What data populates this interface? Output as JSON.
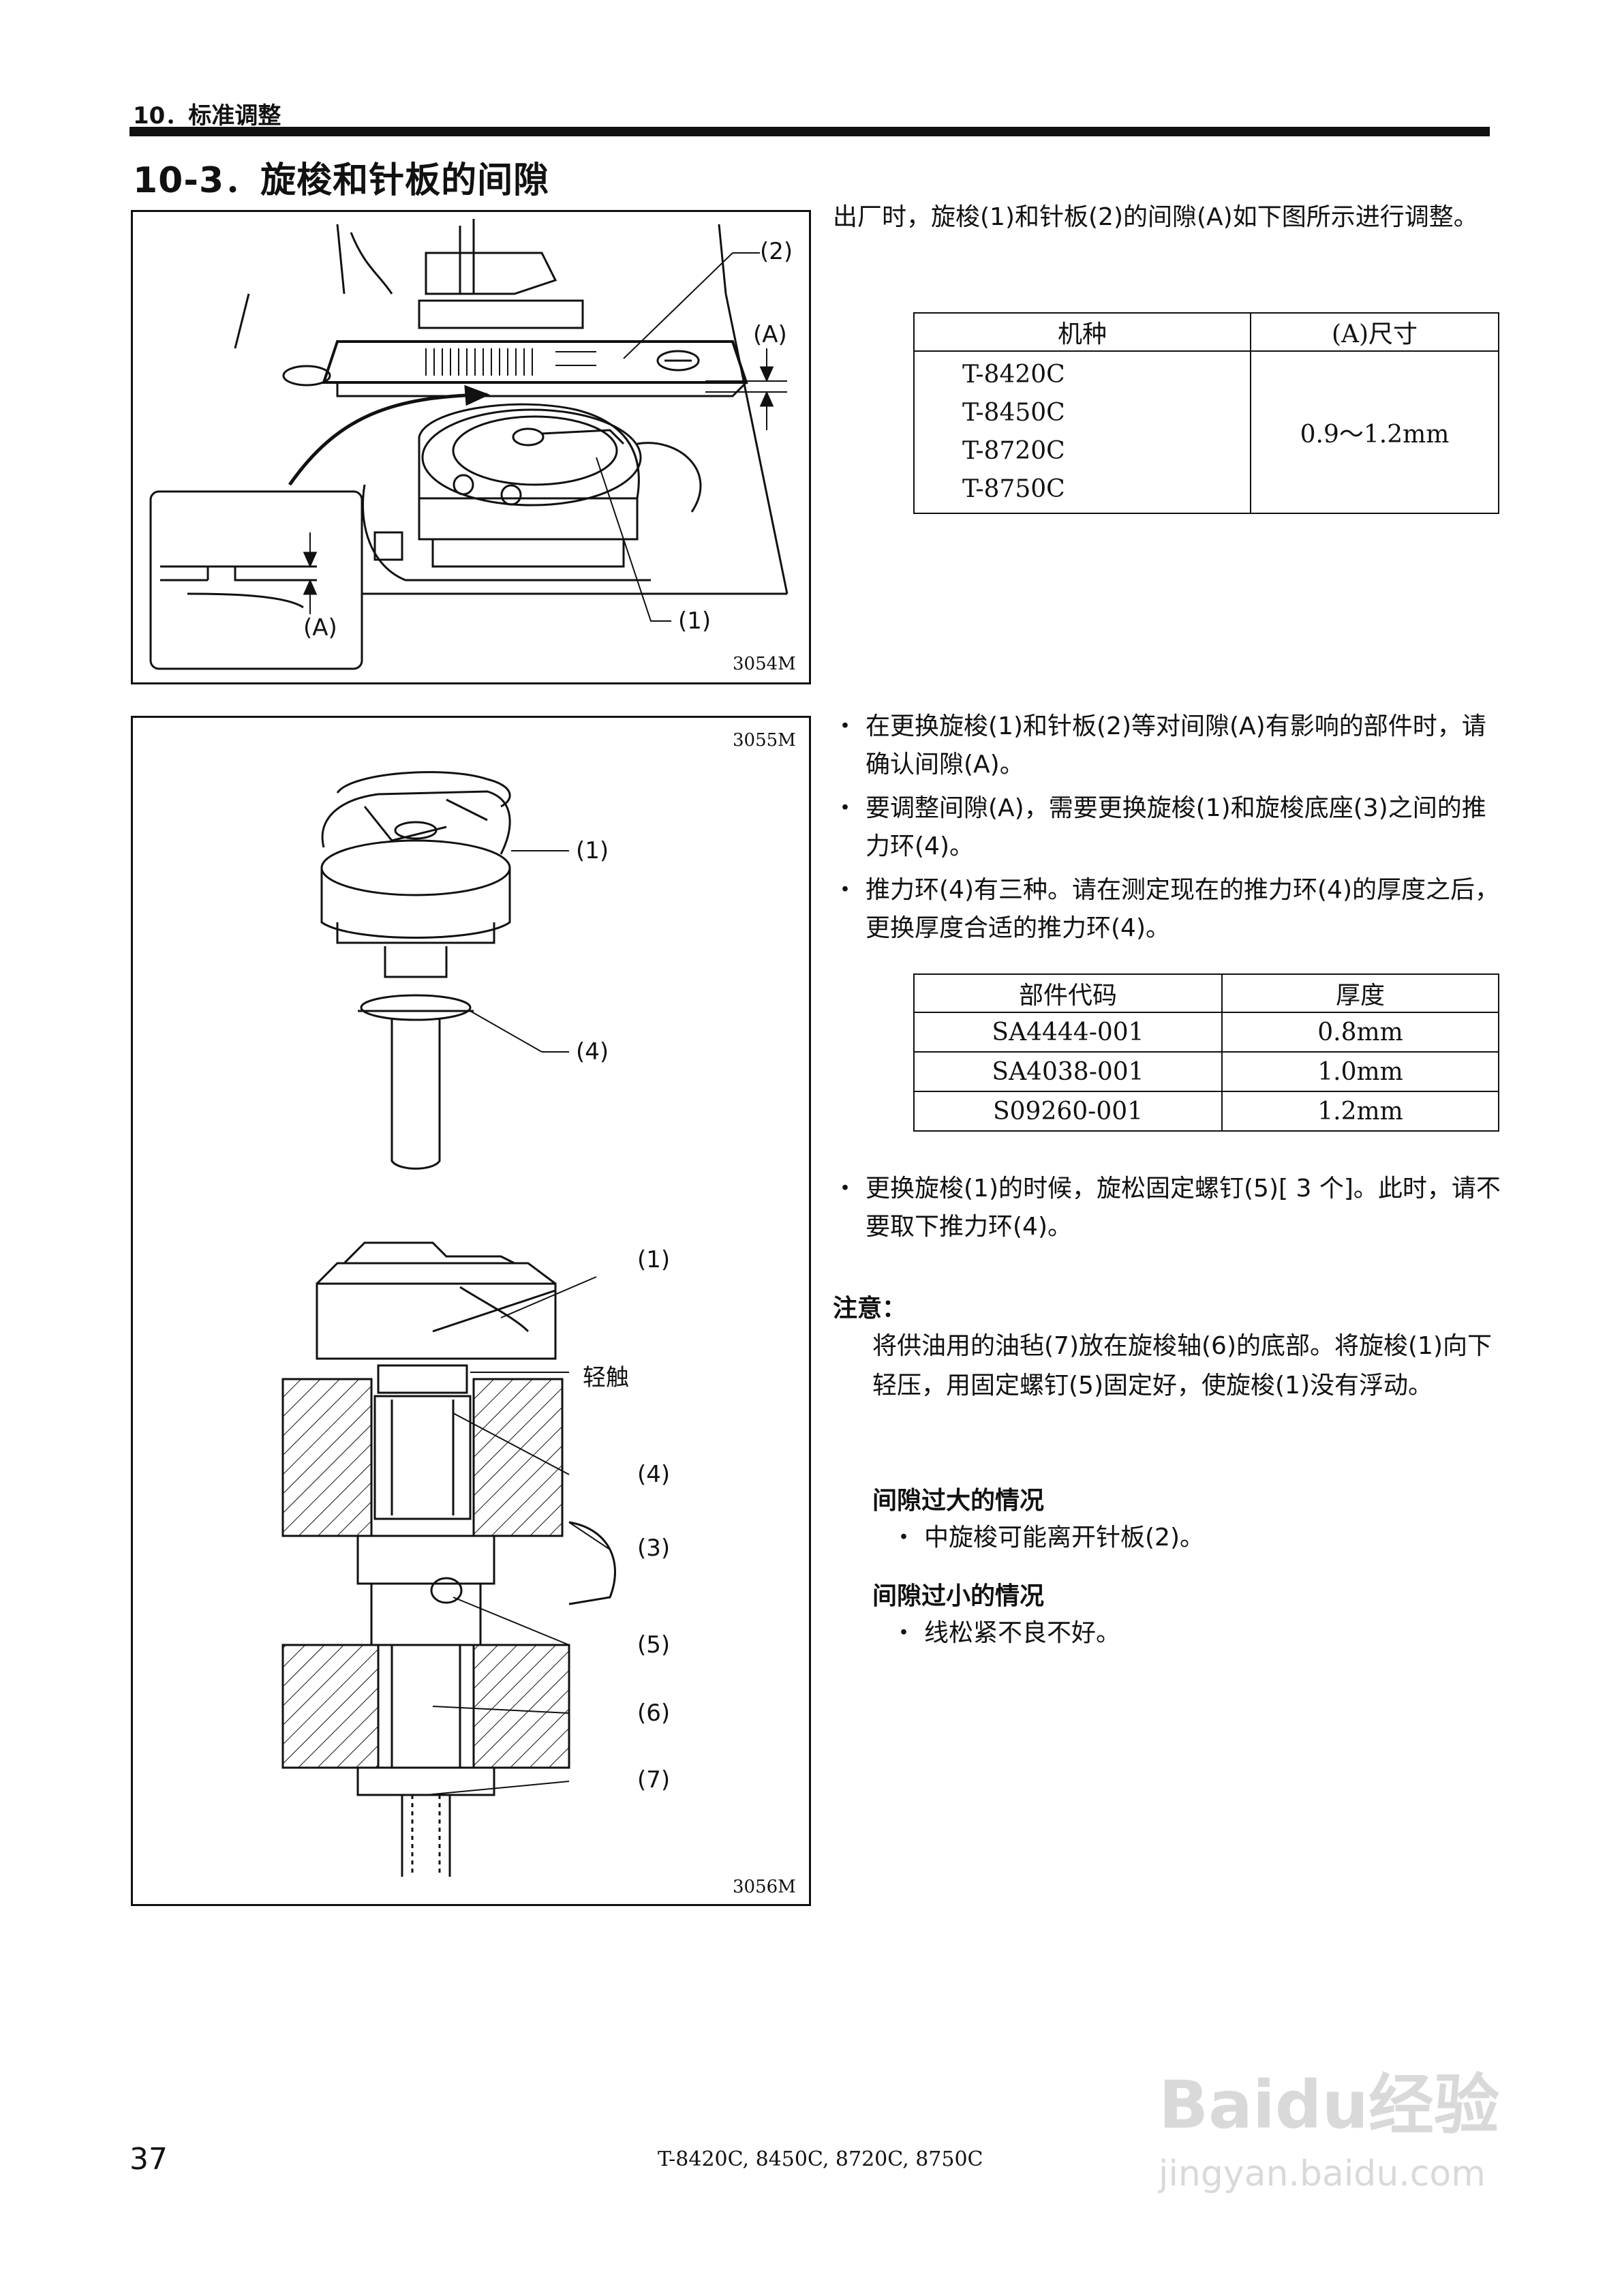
{
  "header": {
    "chapter": "10．标准调整"
  },
  "section": {
    "title": "10-3．旋梭和针板的间隙"
  },
  "figures": {
    "fig1": {
      "code": "3054M",
      "labels": [
        "(2)",
        "(A)",
        "(A)",
        "(1)"
      ]
    },
    "fig2": {
      "code": "3055M",
      "labels": [
        "(1)",
        "(4)"
      ]
    },
    "fig3": {
      "code": "3056M",
      "labels": [
        "(1)",
        "轻触",
        "(4)",
        "(3)",
        "(5)",
        "(6)",
        "(7)"
      ]
    }
  },
  "intro": "出厂时，旋梭(1)和针板(2)的间隙(A)如下图所示进行调整。",
  "table1": {
    "headers": [
      "机种",
      "(A)尺寸"
    ],
    "models": [
      "T-8420C",
      "T-8450C",
      "T-8720C",
      "T-8750C"
    ],
    "value": "0.9～1.2mm"
  },
  "bullets1": [
    "在更换旋梭(1)和针板(2)等对间隙(A)有影响的部件时，请确认间隙(A)。",
    "要调整间隙(A)，需要更换旋梭(1)和旋梭底座(3)之间的推力环(4)。",
    "推力环(4)有三种。请在测定现在的推力环(4)的厚度之后，更换厚度合适的推力环(4)。"
  ],
  "table2": {
    "headers": [
      "部件代码",
      "厚度"
    ],
    "rows": [
      [
        "SA4444-001",
        "0.8mm"
      ],
      [
        "SA4038-001",
        "1.0mm"
      ],
      [
        "S09260-001",
        "1.2mm"
      ]
    ]
  },
  "bullets2": [
    "更换旋梭(1)的时候，旋松固定螺钉(5)[ 3 个]。此时，请不要取下推力环(4)。"
  ],
  "bullet_symbol": "・",
  "note": {
    "title": "注意：",
    "text": "将供油用的油毡(7)放在旋梭轴(6)的底部。将旋梭(1)向下轻压，用固定螺钉(5)固定好，使旋梭(1)没有浮动。"
  },
  "gap_large": {
    "title": "间隙过大的情况",
    "items": [
      "中旋梭可能离开针板(2)。"
    ]
  },
  "gap_small": {
    "title": "间隙过小的情况",
    "items": [
      "线松紧不良不好。"
    ]
  },
  "footer": {
    "page": "37",
    "models": "T-8420C, 8450C, 8720C, 8750C"
  },
  "watermark": {
    "line1": "Baidu经验",
    "line2": "jingyan.baidu.com"
  }
}
